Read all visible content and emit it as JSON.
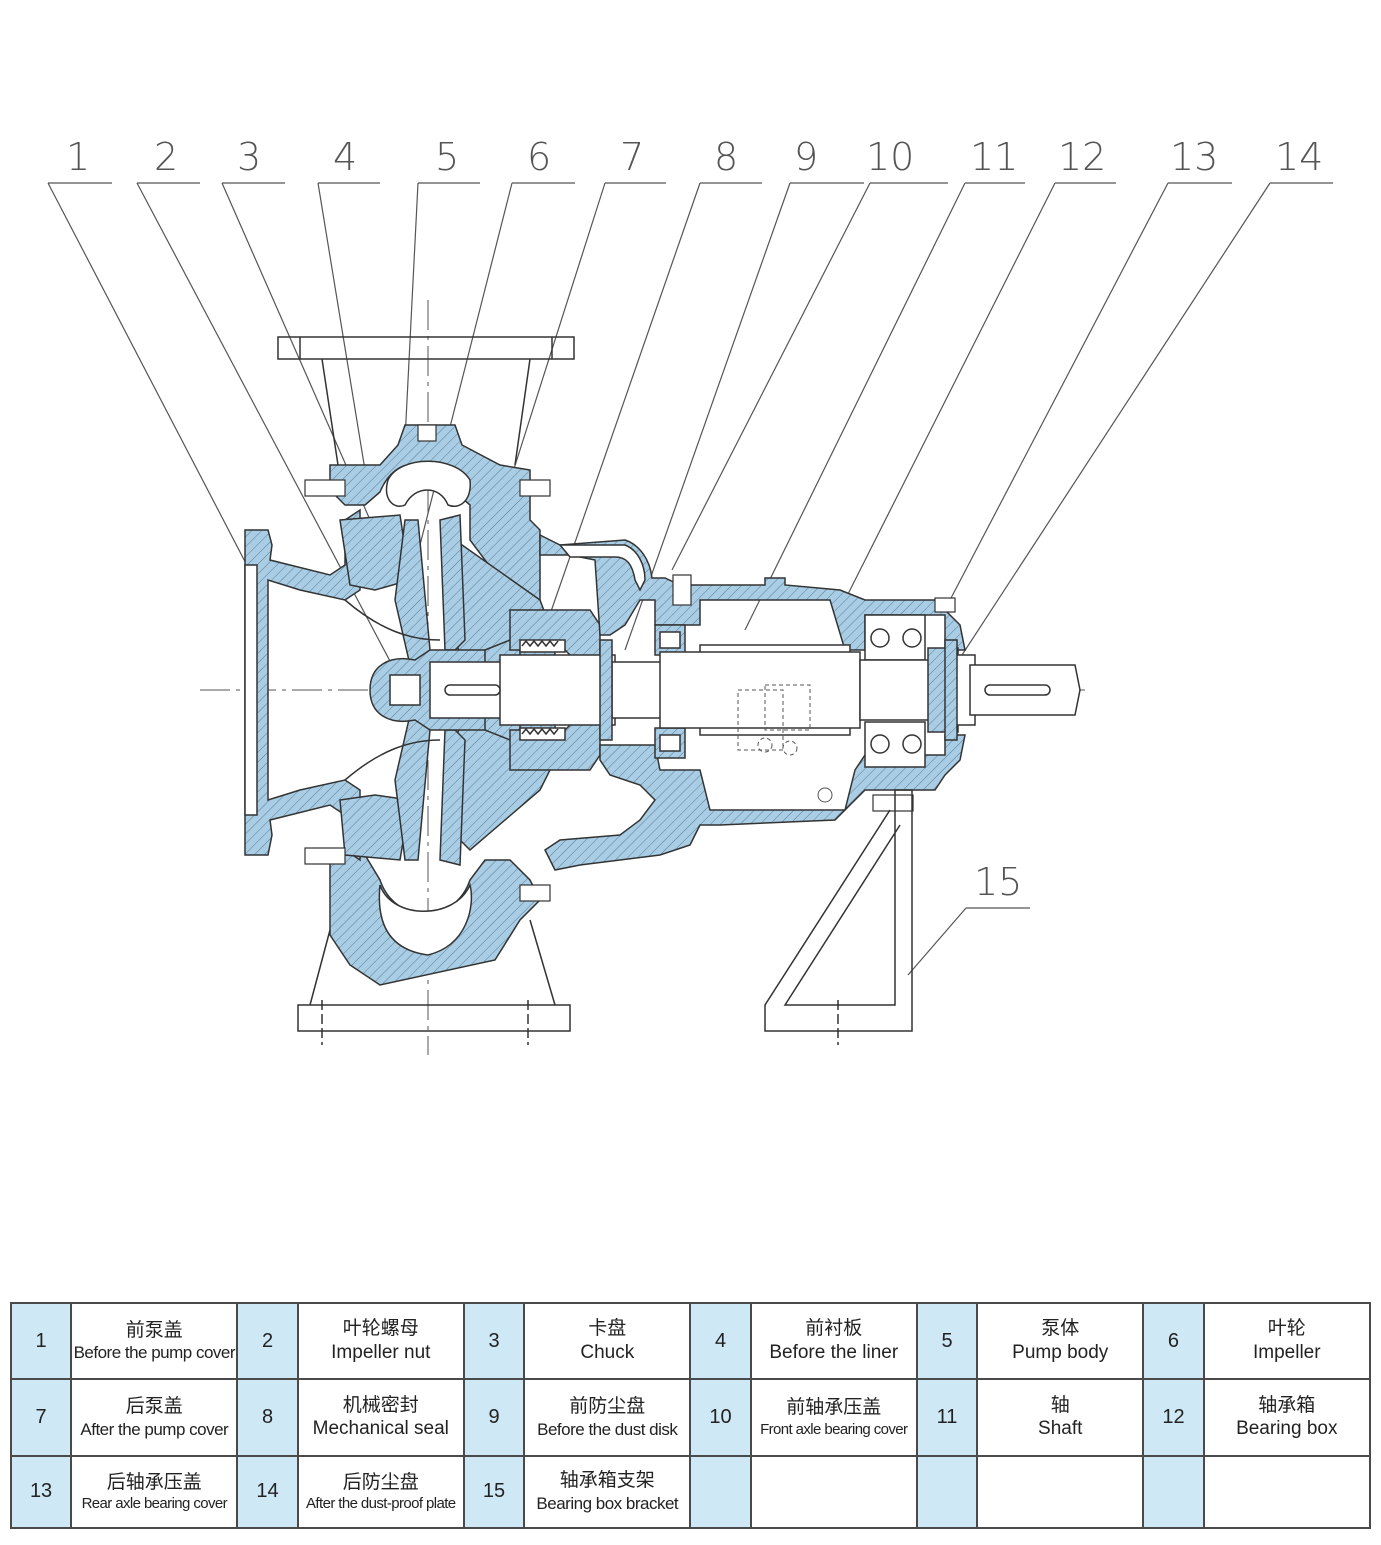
{
  "colors": {
    "body_fill": "#a9cde4",
    "table_number_bg": "#cfe8f6",
    "line": "#3a3a3a"
  },
  "callouts": [
    "1",
    "2",
    "3",
    "4",
    "5",
    "6",
    "7",
    "8",
    "9",
    "10",
    "11",
    "12",
    "13",
    "14",
    "15"
  ],
  "parts": [
    {
      "no": "1",
      "cn": "前泵盖",
      "en": "Before the pump cover"
    },
    {
      "no": "2",
      "cn": "叶轮螺母",
      "en": "Impeller nut"
    },
    {
      "no": "3",
      "cn": "卡盘",
      "en": "Chuck"
    },
    {
      "no": "4",
      "cn": "前衬板",
      "en": "Before the liner"
    },
    {
      "no": "5",
      "cn": "泵体",
      "en": "Pump body"
    },
    {
      "no": "6",
      "cn": "叶轮",
      "en": "Impeller"
    },
    {
      "no": "7",
      "cn": "后泵盖",
      "en": "After the pump cover"
    },
    {
      "no": "8",
      "cn": "机械密封",
      "en": "Mechanical seal"
    },
    {
      "no": "9",
      "cn": "前防尘盘",
      "en": "Before the dust disk"
    },
    {
      "no": "10",
      "cn": "前轴承压盖",
      "en": "Front axle bearing cover"
    },
    {
      "no": "11",
      "cn": "轴",
      "en": "Shaft"
    },
    {
      "no": "12",
      "cn": "轴承箱",
      "en": "Bearing box"
    },
    {
      "no": "13",
      "cn": "后轴承压盖",
      "en": "Rear axle bearing cover"
    },
    {
      "no": "14",
      "cn": "后防尘盘",
      "en": "After the dust-proof plate"
    },
    {
      "no": "15",
      "cn": "轴承箱支架",
      "en": "Bearing box bracket"
    }
  ]
}
